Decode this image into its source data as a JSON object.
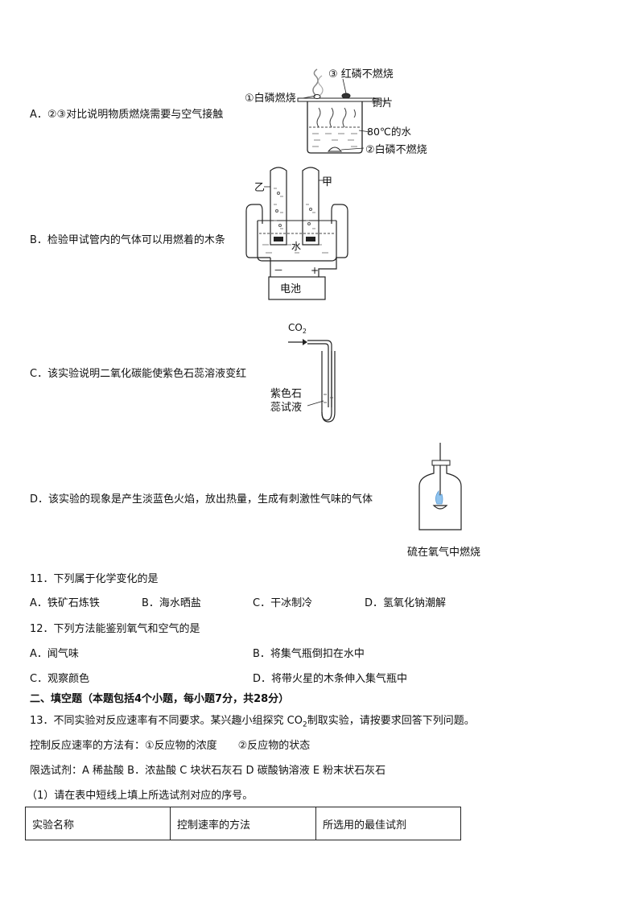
{
  "optA": {
    "text": "A．②③对比说明物质燃烧需要与空气接触",
    "lbl_red": "③ 红磷不燃烧",
    "lbl_white_burn": "①白磷燃烧",
    "lbl_copper": "铜片",
    "lbl_water": "80℃的水",
    "lbl_white_no": "②白磷不燃烧"
  },
  "optB": {
    "text": "B．检验甲试管内的气体可以用燃着的木条",
    "lbl_yi": "乙",
    "lbl_jia": "甲",
    "lbl_water": "水",
    "lbl_minus": "－",
    "lbl_plus": "+",
    "lbl_battery": "电池"
  },
  "optC": {
    "text": "C．该实验说明二氧化碳能使紫色石蕊溶液变红",
    "lbl_co2": "CO",
    "lbl_co2_sub": "2",
    "lbl_litmus1": "紫色石",
    "lbl_litmus2": "蕊试液"
  },
  "optD": {
    "text": "D．该实验的现象是产生淡蓝色火焰，放出热量，生成有刺激性气味的气体",
    "caption": "硫在氧气中燃烧"
  },
  "q11": {
    "stem": "11．下列属于化学变化的是",
    "a": "A．铁矿石炼铁",
    "b": "B．海水晒盐",
    "c": "C．干冰制冷",
    "d": "D．氢氧化钠潮解"
  },
  "q12": {
    "stem": "12．下列方法能鉴别氧气和空气的是",
    "a": "A．闻气味",
    "b": "B．将集气瓶倒扣在水中",
    "c": "C．观察颜色",
    "d": "D．将带火星的木条伸入集气瓶中"
  },
  "section2": "二、填空题（本题包括4个小题，每小题7分，共28分）",
  "q13": {
    "stem_pre": "13．不同实验对反应速率有不同要求。某兴趣小组探究 CO",
    "stem_sub": "2",
    "stem_post": "制取实验，请按要求回答下列问题。",
    "control": "控制反应速率的方法有：①反应物的浓度　　②反应物的状态",
    "reagents": "限选试剂：A 稀盐酸 B．浓盐酸 C 块状石灰石 D 碳酸钠溶液 E 粉末状石灰石",
    "sub1": "（1）请在表中短线上填上所选试剂对应的序号。",
    "table_headers": [
      "实验名称",
      "控制速率的方法",
      "所选用的最佳试剂"
    ]
  }
}
